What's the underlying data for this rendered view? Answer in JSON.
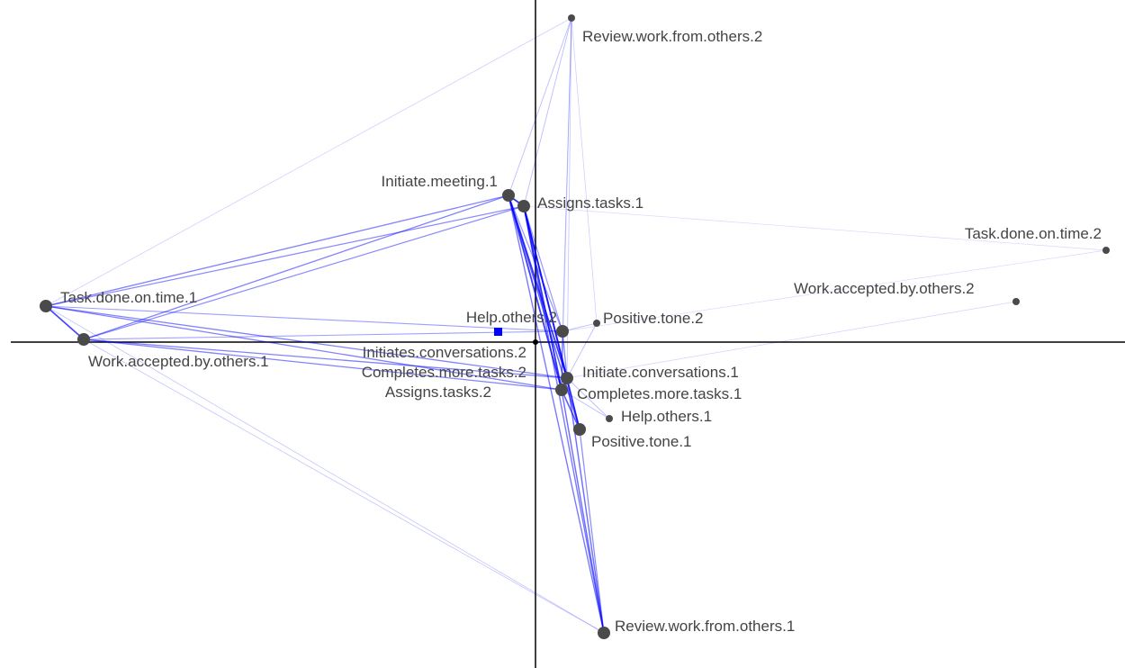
{
  "network": {
    "colors": {
      "node": "#4a4a4a",
      "edge": "#0000ff",
      "centroid": "#0000ff",
      "axes": "#000000",
      "label": "#444444"
    },
    "nodes": [
      {
        "id": "review2",
        "label": "Review.work.from.others.2",
        "weight": "small"
      },
      {
        "id": "meeting1",
        "label": "Initiate.meeting.1",
        "weight": "large"
      },
      {
        "id": "assigns1",
        "label": "Assigns.tasks.1",
        "weight": "large"
      },
      {
        "id": "taskdone2",
        "label": "Task.done.on.time.2",
        "weight": "small"
      },
      {
        "id": "workacc2",
        "label": "Work.accepted.by.others.2",
        "weight": "small"
      },
      {
        "id": "taskdone1",
        "label": "Task.done.on.time.1",
        "weight": "large"
      },
      {
        "id": "workacc1",
        "label": "Work.accepted.by.others.1",
        "weight": "large"
      },
      {
        "id": "helpothers2",
        "label": "Help.others.2",
        "weight": "large"
      },
      {
        "id": "positive2",
        "label": "Positive.tone.2",
        "weight": "small"
      },
      {
        "id": "initconv2",
        "label": "Initiates.conversations.2",
        "weight": "none"
      },
      {
        "id": "completes2",
        "label": "Completes.more.tasks.2",
        "weight": "none"
      },
      {
        "id": "assigns2",
        "label": "Assigns.tasks.2",
        "weight": "none"
      },
      {
        "id": "initconv1",
        "label": "Initiate.conversations.1",
        "weight": "large"
      },
      {
        "id": "completes1",
        "label": "Completes.more.tasks.1",
        "weight": "large"
      },
      {
        "id": "helpothers1",
        "label": "Help.others.1",
        "weight": "small"
      },
      {
        "id": "positive1",
        "label": "Positive.tone.1",
        "weight": "large"
      },
      {
        "id": "review1",
        "label": "Review.work.from.others.1",
        "weight": "large"
      }
    ],
    "edges": [
      {
        "from": "meeting1",
        "to": "assigns1",
        "strength": 0.9
      },
      {
        "from": "meeting1",
        "to": "initconv1",
        "strength": 0.85
      },
      {
        "from": "meeting1",
        "to": "completes1",
        "strength": 0.85
      },
      {
        "from": "assigns1",
        "to": "initconv1",
        "strength": 0.9
      },
      {
        "from": "assigns1",
        "to": "completes1",
        "strength": 0.9
      },
      {
        "from": "assigns1",
        "to": "positive1",
        "strength": 0.7
      },
      {
        "from": "meeting1",
        "to": "positive1",
        "strength": 0.65
      },
      {
        "from": "meeting1",
        "to": "taskdone1",
        "strength": 0.5
      },
      {
        "from": "meeting1",
        "to": "workacc1",
        "strength": 0.5
      },
      {
        "from": "assigns1",
        "to": "taskdone1",
        "strength": 0.45
      },
      {
        "from": "assigns1",
        "to": "workacc1",
        "strength": 0.45
      },
      {
        "from": "taskdone1",
        "to": "workacc1",
        "strength": 0.8
      },
      {
        "from": "taskdone1",
        "to": "initconv1",
        "strength": 0.5
      },
      {
        "from": "taskdone1",
        "to": "completes1",
        "strength": 0.5
      },
      {
        "from": "workacc1",
        "to": "initconv1",
        "strength": 0.5
      },
      {
        "from": "workacc1",
        "to": "completes1",
        "strength": 0.5
      },
      {
        "from": "taskdone1",
        "to": "helpothers2",
        "strength": 0.35
      },
      {
        "from": "workacc1",
        "to": "helpothers2",
        "strength": 0.35
      },
      {
        "from": "initconv1",
        "to": "completes1",
        "strength": 0.9
      },
      {
        "from": "initconv1",
        "to": "positive1",
        "strength": 0.7
      },
      {
        "from": "completes1",
        "to": "positive1",
        "strength": 0.7
      },
      {
        "from": "review1",
        "to": "initconv1",
        "strength": 0.6
      },
      {
        "from": "review1",
        "to": "completes1",
        "strength": 0.6
      },
      {
        "from": "review1",
        "to": "meeting1",
        "strength": 0.55
      },
      {
        "from": "review1",
        "to": "assigns1",
        "strength": 0.55
      },
      {
        "from": "review1",
        "to": "positive1",
        "strength": 0.45
      },
      {
        "from": "review1",
        "to": "taskdone1",
        "strength": 0.15
      },
      {
        "from": "review1",
        "to": "workacc1",
        "strength": 0.15
      },
      {
        "from": "helpothers2",
        "to": "initconv1",
        "strength": 0.5
      },
      {
        "from": "helpothers2",
        "to": "completes1",
        "strength": 0.5
      },
      {
        "from": "helpothers2",
        "to": "meeting1",
        "strength": 0.4
      },
      {
        "from": "helpothers2",
        "to": "assigns1",
        "strength": 0.4
      },
      {
        "from": "review2",
        "to": "meeting1",
        "strength": 0.2
      },
      {
        "from": "review2",
        "to": "assigns1",
        "strength": 0.2
      },
      {
        "from": "review2",
        "to": "initconv1",
        "strength": 0.15
      },
      {
        "from": "review2",
        "to": "completes1",
        "strength": 0.15
      },
      {
        "from": "review2",
        "to": "taskdone1",
        "strength": 0.1
      },
      {
        "from": "review2",
        "to": "helpothers2",
        "strength": 0.15
      },
      {
        "from": "positive2",
        "to": "initconv1",
        "strength": 0.2
      },
      {
        "from": "positive2",
        "to": "helpothers2",
        "strength": 0.2
      },
      {
        "from": "positive2",
        "to": "review2",
        "strength": 0.1
      },
      {
        "from": "workacc2",
        "to": "initconv1",
        "strength": 0.08
      },
      {
        "from": "taskdone2",
        "to": "assigns1",
        "strength": 0.05
      },
      {
        "from": "taskdone2",
        "to": "helpothers2",
        "strength": 0.05
      },
      {
        "from": "helpothers1",
        "to": "completes1",
        "strength": 0.2
      },
      {
        "from": "helpothers1",
        "to": "initconv1",
        "strength": 0.2
      }
    ]
  }
}
